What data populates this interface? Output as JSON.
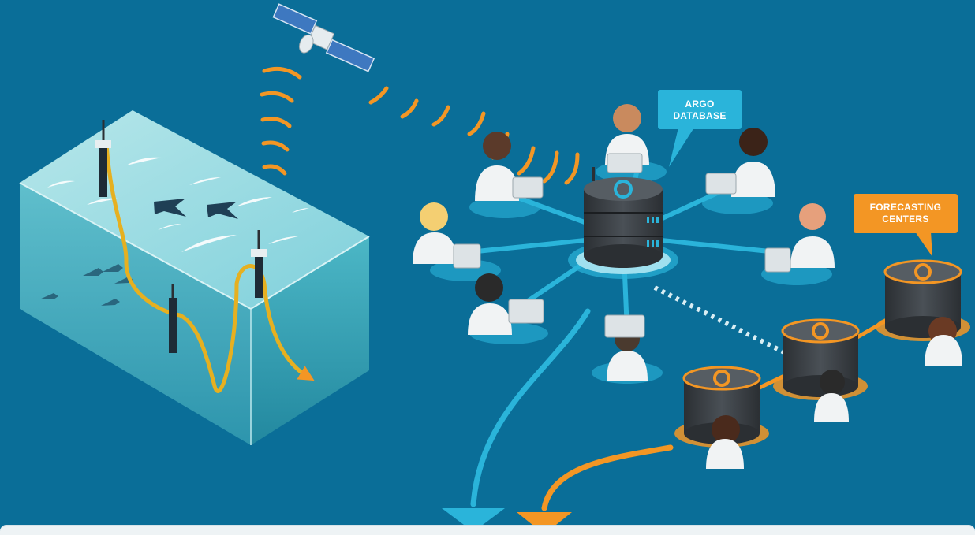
{
  "labels": {
    "argo_database": [
      "ARGO",
      "DATABASE"
    ],
    "forecasting_centers": [
      "FORECASTING",
      "CENTERS"
    ]
  },
  "colors": {
    "background": "#0a6e98",
    "ocean_top": "#9fdde3",
    "ocean_side": "#3fb3c6",
    "float_path": "#e6b020",
    "signal": "#f39624",
    "network_link": "#2ab4da",
    "forecast_link": "#f39624",
    "server_body": "#3a3f44"
  },
  "icons": [
    "satellite-icon",
    "profiling-float-icon",
    "manta-ray-icon",
    "fish-icon",
    "database-server-icon",
    "laptop-icon",
    "scientist-avatar-icon"
  ]
}
